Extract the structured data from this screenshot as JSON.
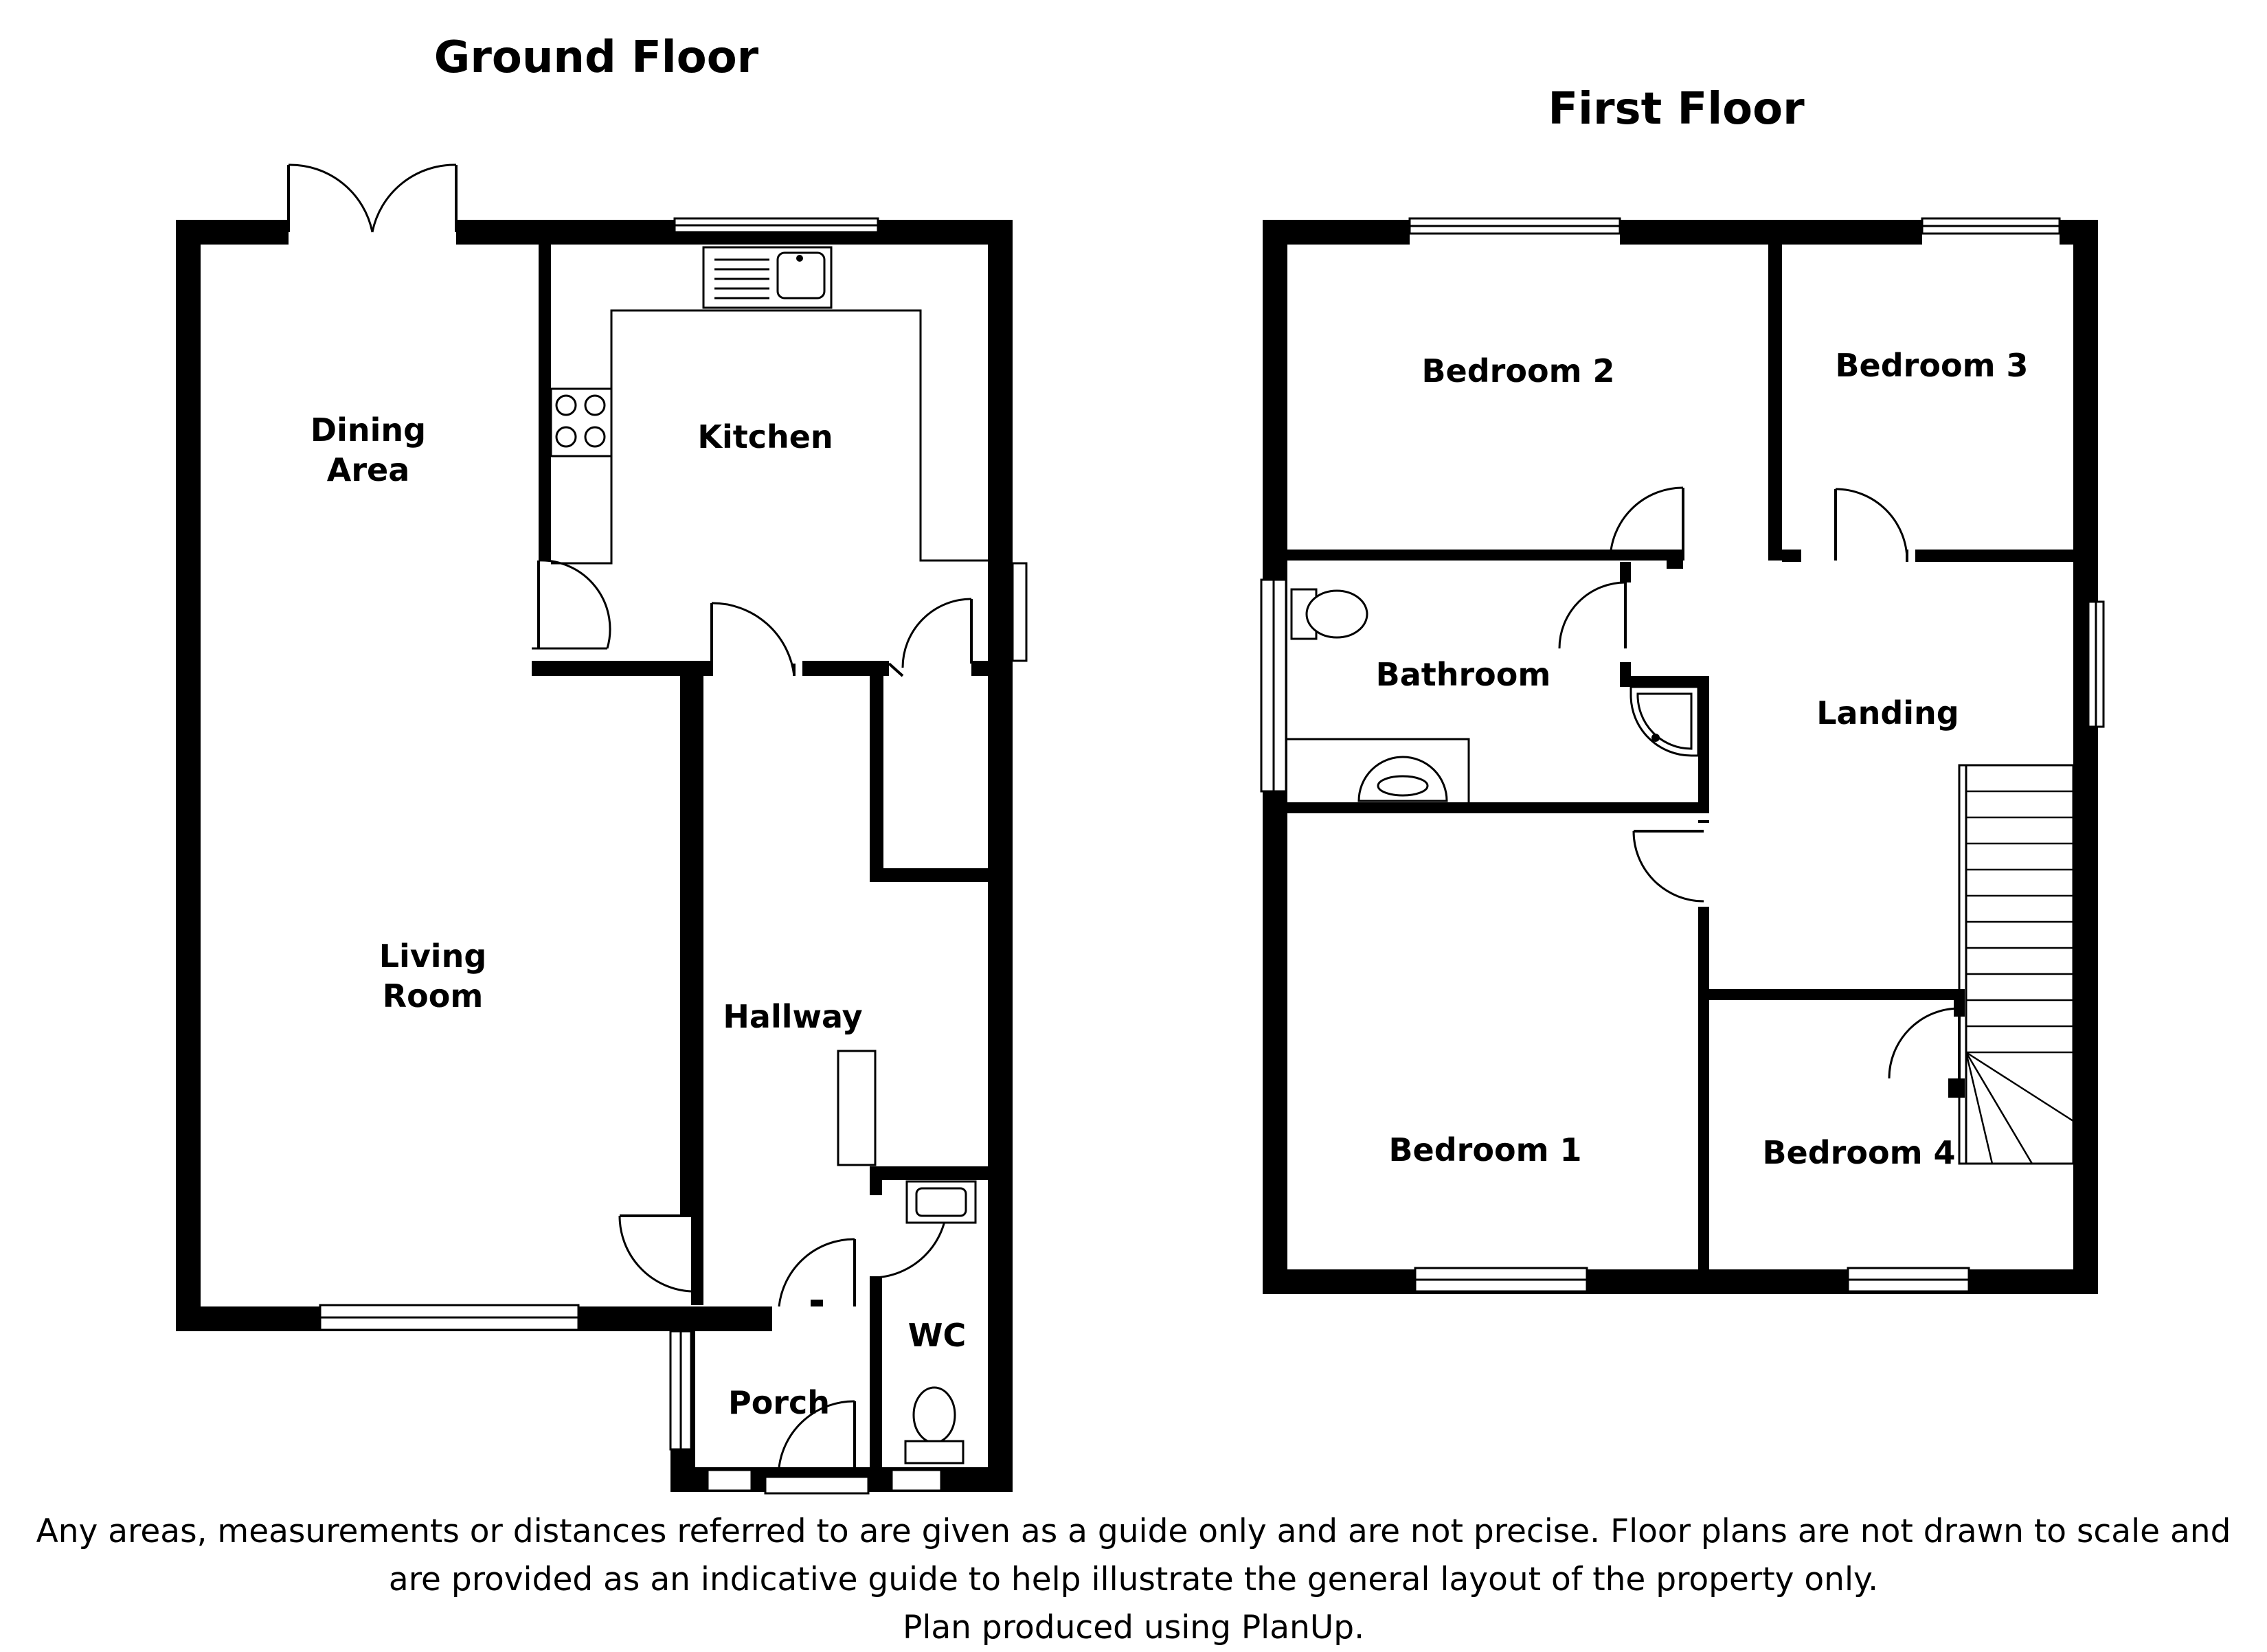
{
  "titles": {
    "ground_floor": "Ground Floor",
    "first_floor": "First Floor"
  },
  "ground_rooms": {
    "dining_line1": "Dining",
    "dining_line2": "Area",
    "kitchen": "Kitchen",
    "living_line1": "Living",
    "living_line2": "Room",
    "hallway": "Hallway",
    "wc": "WC",
    "porch": "Porch"
  },
  "first_rooms": {
    "bedroom2": "Bedroom 2",
    "bedroom3": "Bedroom 3",
    "bathroom": "Bathroom",
    "landing": "Landing",
    "bedroom1": "Bedroom 1",
    "bedroom4": "Bedroom 4"
  },
  "disclaimer": {
    "line1": "Any areas, measurements or distances referred to are given as a guide only and are not precise. Floor plans are not drawn to scale and",
    "line2": "are provided as an indicative guide to help illustrate the general layout of the property only.",
    "line3": "Plan produced using PlanUp."
  },
  "colors": {
    "walls": "#000000",
    "background": "#ffffff"
  },
  "icons": [
    "window-icon",
    "door-icon",
    "sink-icon",
    "hob-icon",
    "toilet-icon",
    "basin-icon",
    "shower-icon",
    "staircase-icon",
    "radiator-icon"
  ]
}
